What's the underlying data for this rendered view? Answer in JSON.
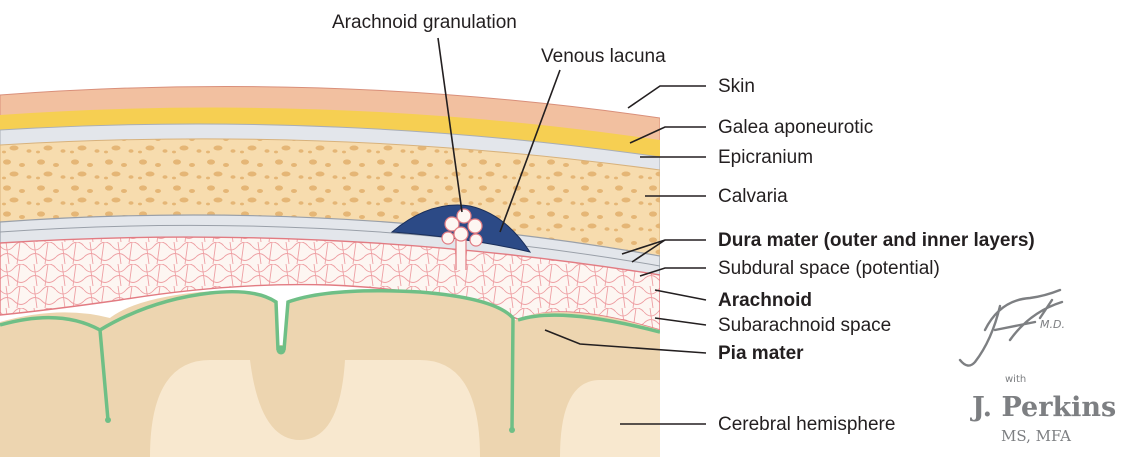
{
  "labels": {
    "arachnoid_granulation": "Arachnoid granulation",
    "venous_lacuna": "Venous lacuna",
    "skin": "Skin",
    "galea": "Galea aponeurotic",
    "epicranium": "Epicranium",
    "calvaria": "Calvaria",
    "dura_mater": "Dura mater (outer and inner layers)",
    "subdural": "Subdural space (potential)",
    "arachnoid": "Arachnoid",
    "subarachnoid": "Subarachnoid space",
    "pia_mater": "Pia mater",
    "cerebral": "Cerebral hemisphere"
  },
  "signature": {
    "logo": "F. Netter M.D.",
    "with": "with",
    "name": "J. Perkins",
    "credentials": "MS, MFA"
  },
  "colors": {
    "skin": "#f2c0a0",
    "fat": "#f6cf52",
    "bone": "#f7dcae",
    "dura": "#e3e6eb",
    "vein": "#2c4a86",
    "arachnoid": "#ee9fa3",
    "pia": "#6fbf86",
    "brain": "#edd5b0"
  }
}
